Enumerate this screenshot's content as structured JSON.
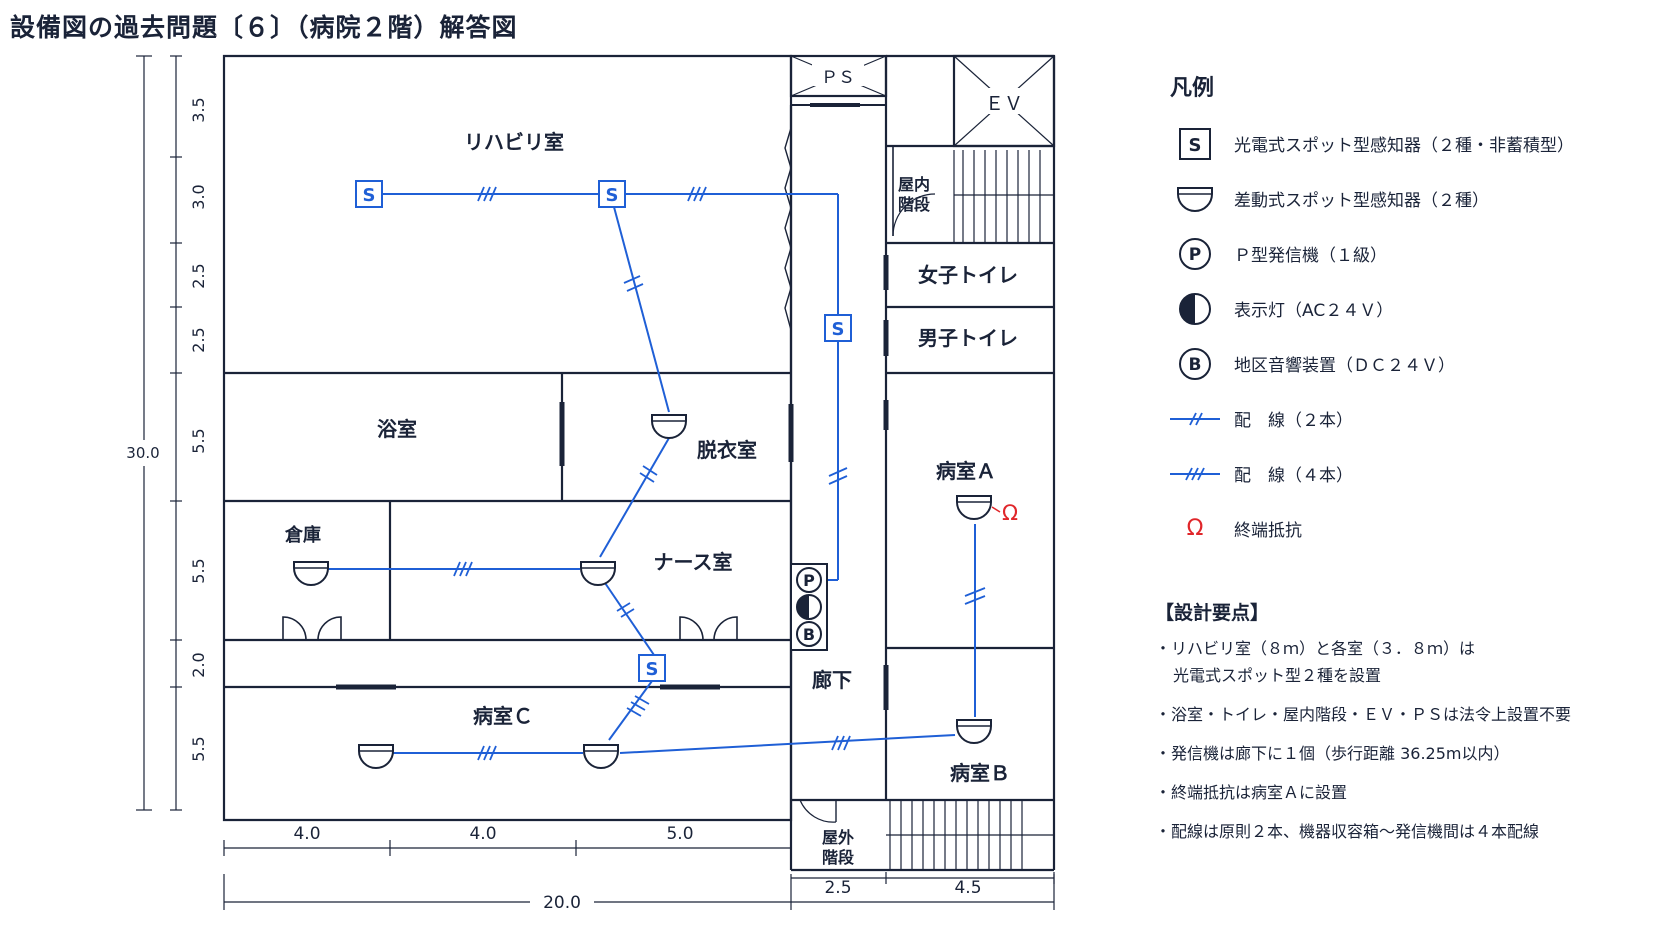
{
  "title": "設備図の過去問題〔６〕（病院２階）解答図",
  "rooms": {
    "rehab": "リハビリ室",
    "bath": "浴室",
    "dressing": "脱衣室",
    "storage": "倉庫",
    "nurse": "ナース室",
    "ward_c": "病室Ｃ",
    "corridor": "廊下",
    "ward_a": "病室Ａ",
    "ward_b": "病室Ｂ",
    "toilet_f": "女子トイレ",
    "toilet_m": "男子トイレ",
    "stairs_in_1": "屋内",
    "stairs_in_2": "階段",
    "stairs_out_1": "屋外",
    "stairs_out_2": "階段",
    "ps": "ＰＳ",
    "ev": "ＥＶ"
  },
  "dimensions": {
    "left_total": "30.0",
    "left": [
      "3.5",
      "3.0",
      "2.5",
      "2.5",
      "5.5",
      "5.5",
      "2.0",
      "5.5"
    ],
    "bottom": [
      "4.0",
      "4.0",
      "5.0"
    ],
    "bottom_right": [
      "2.5",
      "4.5"
    ],
    "bottom_total": "20.0"
  },
  "device_labels": {
    "smoke": "S",
    "p": "P",
    "b": "B",
    "omega": "Ω"
  },
  "legend": {
    "title": "凡例",
    "items": [
      {
        "icon": "smoke-detector-icon",
        "label": "光電式スポット型感知器（２種・非蓄積型）"
      },
      {
        "icon": "heat-detector-icon",
        "label": "差動式スポット型感知器（２種）"
      },
      {
        "icon": "p-transmitter-icon",
        "label": "Ｐ型発信機（１級）"
      },
      {
        "icon": "indicator-lamp-icon",
        "label": "表示灯（AC２４Ｖ）"
      },
      {
        "icon": "bell-icon",
        "label": "地区音響装置（ＤＣ２４Ｖ）"
      },
      {
        "icon": "wiring-2-icon",
        "label": "配　線（２本）"
      },
      {
        "icon": "wiring-4-icon",
        "label": "配　線（４本）"
      },
      {
        "icon": "terminal-resistor-icon",
        "label": "終端抵抗"
      }
    ]
  },
  "notes": {
    "title": "【設計要点】",
    "items": [
      {
        "l1": "・リハビリ室（８ｍ）と各室（３．８ｍ）は",
        "l2": "光電式スポット型２種を設置"
      },
      {
        "l1": "・浴室・トイレ・屋内階段・ＥＶ・ＰＳは法令上設置不要"
      },
      {
        "l1": "・発信機は廊下に１個（歩行距離 36.25m以内）"
      },
      {
        "l1": "・終端抵抗は病室Ａに設置"
      },
      {
        "l1": "・配線は原則２本、機器収容箱～発信機間は４本配線"
      }
    ]
  },
  "colors": {
    "wall": "#1a2338",
    "wire": "#1f5fd6",
    "resistor": "#e0262a"
  }
}
